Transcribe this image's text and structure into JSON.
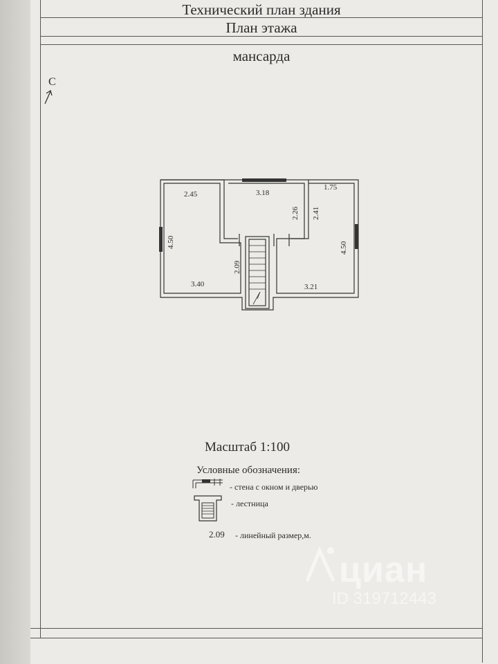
{
  "header": {
    "title": "Технический план здания",
    "subtitle": "План этажа",
    "floor": "мансарда"
  },
  "north_label": "С",
  "plan": {
    "dimensions": {
      "room_left_width": "2.45",
      "room_left_height": "4.50",
      "room_left_bottom": "3.40",
      "room_center_width": "3.18",
      "room_center_height": "2.26",
      "room_right_width": "1.75",
      "room_right_height_a": "2.41",
      "room_right_height_b": "4.50",
      "room_right_bottom": "3.21",
      "stair_height": "2.09"
    }
  },
  "scale": "Масштаб 1:100",
  "legend": {
    "title": "Условные обозначения:",
    "items": [
      {
        "icon": "wall-window-door-icon",
        "label": "- стена с окном и дверью"
      },
      {
        "icon": "staircase-icon",
        "label": "- лестница"
      },
      {
        "sample": "2.09",
        "label": "- линейный размер,м."
      }
    ]
  },
  "watermark": {
    "brand": "циан",
    "id": "ID 319712443"
  }
}
